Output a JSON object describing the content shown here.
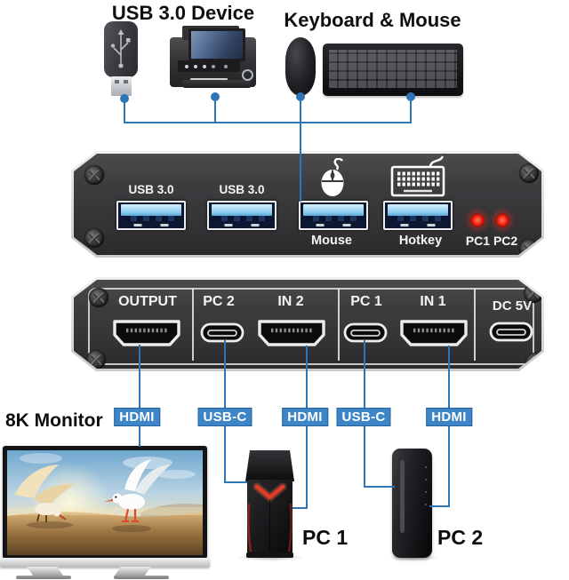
{
  "titles": {
    "usb_device": "USB 3.0 Device",
    "keyboard_mouse": "Keyboard & Mouse",
    "monitor": "8K Monitor",
    "pc1": "PC 1",
    "pc2": "PC 2"
  },
  "front_panel": {
    "usb_port1_label": "USB 3.0",
    "usb_port2_label": "USB 3.0",
    "mouse_port_label": "Mouse",
    "hotkey_port_label": "Hotkey",
    "led_indicator_label": "PC1 PC2"
  },
  "back_panel": {
    "output_label": "OUTPUT",
    "pc2_port_label": "PC 2",
    "in2_label": "IN 2",
    "pc1_port_label": "PC 1",
    "in1_label": "IN 1",
    "power_label": "DC 5V"
  },
  "cable_labels": {
    "monitor_cable": "HDMI",
    "left_tower_usbc": "USB-C",
    "left_tower_hdmi": "HDMI",
    "right_tower_usbc": "USB-C",
    "right_tower_hdmi": "HDMI"
  },
  "colors": {
    "connector_line": "#2e75b6",
    "cable_label_bg": "#3d85c6",
    "led_red": "#ee1510",
    "usb_port_blue": "#8ecdee",
    "device_body": "#3a3a3d"
  }
}
